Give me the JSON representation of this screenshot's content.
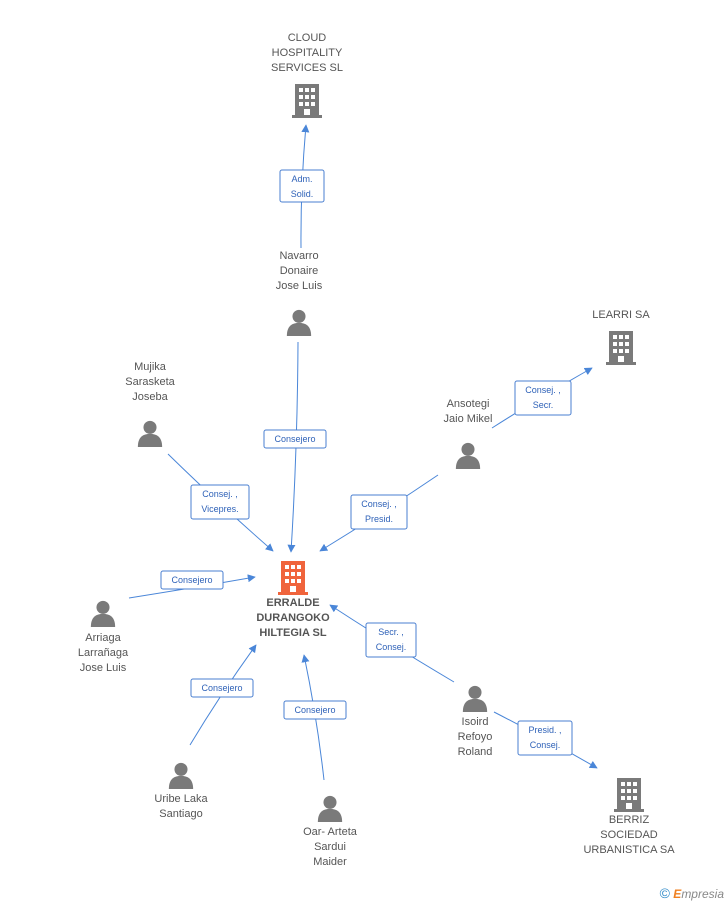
{
  "nodes": [
    {
      "id": "center",
      "type": "company",
      "highlight": true,
      "label": [
        "ERRALDE",
        "DURANGOKO",
        "HILTEGIA SL"
      ]
    },
    {
      "id": "cloud",
      "type": "company",
      "label": [
        "CLOUD",
        "HOSPITALITY",
        "SERVICES SL"
      ]
    },
    {
      "id": "learri",
      "type": "company",
      "label": [
        "LEARRI SA"
      ]
    },
    {
      "id": "berriz",
      "type": "company",
      "label": [
        "BERRIZ",
        "SOCIEDAD",
        "URBANISTICA SA"
      ]
    },
    {
      "id": "navarro",
      "type": "person",
      "label": [
        "Navarro",
        "Donaire",
        "Jose Luis"
      ]
    },
    {
      "id": "mujika",
      "type": "person",
      "label": [
        "Mujika",
        "Sarasketa",
        "Joseba"
      ]
    },
    {
      "id": "ansotegi",
      "type": "person",
      "label": [
        "Ansotegi",
        "Jaio Mikel"
      ]
    },
    {
      "id": "arriaga",
      "type": "person",
      "label": [
        "Arriaga",
        "Larrañaga",
        "Jose Luis"
      ]
    },
    {
      "id": "uribe",
      "type": "person",
      "label": [
        "Uribe Laka",
        "Santiago"
      ]
    },
    {
      "id": "oar",
      "type": "person",
      "label": [
        "Oar-  Arteta",
        "Sardui",
        "Maider"
      ]
    },
    {
      "id": "isoird",
      "type": "person",
      "label": [
        "Isoird",
        "Refoyo",
        "Roland"
      ]
    }
  ],
  "edges": [
    {
      "from": "navarro",
      "to": "cloud",
      "label": [
        "Adm.",
        "Solid."
      ]
    },
    {
      "from": "navarro",
      "to": "center",
      "label": [
        "Consejero"
      ]
    },
    {
      "from": "mujika",
      "to": "center",
      "label": [
        "Consej. ,",
        "Vicepres."
      ]
    },
    {
      "from": "ansotegi",
      "to": "center",
      "label": [
        "Consej. ,",
        "Presid."
      ]
    },
    {
      "from": "ansotegi",
      "to": "learri",
      "label": [
        "Consej. ,",
        "Secr."
      ]
    },
    {
      "from": "arriaga",
      "to": "center",
      "label": [
        "Consejero"
      ]
    },
    {
      "from": "uribe",
      "to": "center",
      "label": [
        "Consejero"
      ]
    },
    {
      "from": "oar",
      "to": "center",
      "label": [
        "Consejero"
      ]
    },
    {
      "from": "isoird",
      "to": "center",
      "label": [
        "Secr. ,",
        "Consej."
      ]
    },
    {
      "from": "isoird",
      "to": "berriz",
      "label": [
        "Presid. ,",
        "Consej."
      ]
    }
  ],
  "colors": {
    "company": "#7a7a7a",
    "company_highlight": "#f0643c",
    "person": "#7a7a7a",
    "edge": "#4a86d8"
  },
  "footer": {
    "copyright": "©",
    "brand_e": "E",
    "brand_rest": "mpresia"
  }
}
